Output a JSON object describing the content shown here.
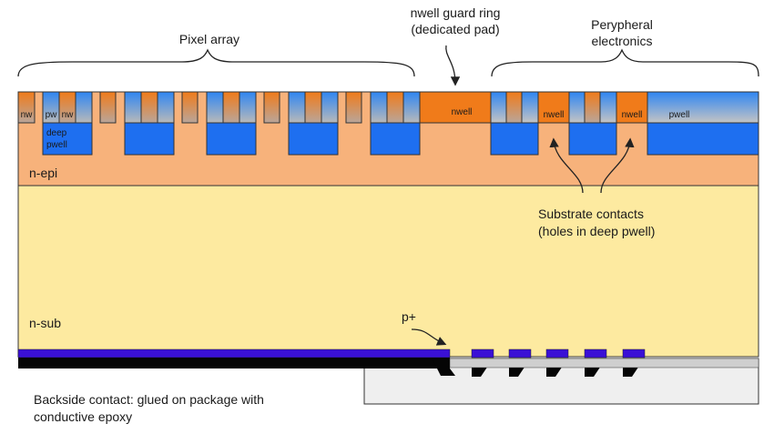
{
  "labels": {
    "pixel_array": "Pixel array",
    "guard_ring_line1": "nwell guard ring",
    "guard_ring_line2": "(dedicated pad)",
    "perypheral_line1": "Perypheral",
    "perypheral_line2": "electronics",
    "nw_left": "nw",
    "pw": "pw",
    "nw_mid": "nw",
    "deep_line1": "deep",
    "deep_line2": "pwell",
    "nwell_ring": "nwell",
    "nwell_1": "nwell",
    "nwell_2": "nwell",
    "pwell_right": "pwell",
    "n_epi": "n-epi",
    "substrate_line1": "Substrate contacts",
    "substrate_line2": "(holes in deep pwell)",
    "n_sub": "n-sub",
    "p_plus": "p+",
    "backside_line1": "Backside contact: glued on package with",
    "backside_line2": "conductive epoxy"
  },
  "colors": {
    "n_epi": "#f7b27b",
    "n_sub": "#fdeaa0",
    "nwell": "#f07b1a",
    "pwell": "#1e6ff0",
    "backside_metal": "#3a10d6",
    "package": "#efefef",
    "outline": "#333333"
  }
}
